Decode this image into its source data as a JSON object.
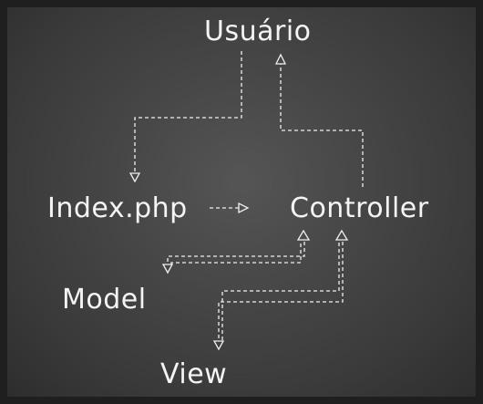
{
  "diagram": {
    "nodes": {
      "usuario": "Usuário",
      "index": "Index.php",
      "controller": "Controller",
      "model": "Model",
      "view": "View"
    },
    "edges": [
      {
        "from": "usuario",
        "to": "index",
        "style": "dashed",
        "arrow": "hollow-triangle"
      },
      {
        "from": "index",
        "to": "controller",
        "style": "dashed",
        "arrow": "hollow-triangle"
      },
      {
        "from": "controller",
        "to": "usuario",
        "style": "dashed",
        "arrow": "hollow-triangle"
      },
      {
        "from": "controller",
        "to": "model",
        "style": "dashed",
        "arrow": "hollow-triangle"
      },
      {
        "from": "model",
        "to": "controller",
        "style": "dashed",
        "arrow": "hollow-triangle"
      },
      {
        "from": "controller",
        "to": "view",
        "style": "dashed",
        "arrow": "hollow-triangle"
      },
      {
        "from": "view",
        "to": "controller",
        "style": "dashed",
        "arrow": "hollow-triangle"
      }
    ],
    "colors": {
      "background": "#474747",
      "foreground": "#f4f4f4"
    }
  }
}
